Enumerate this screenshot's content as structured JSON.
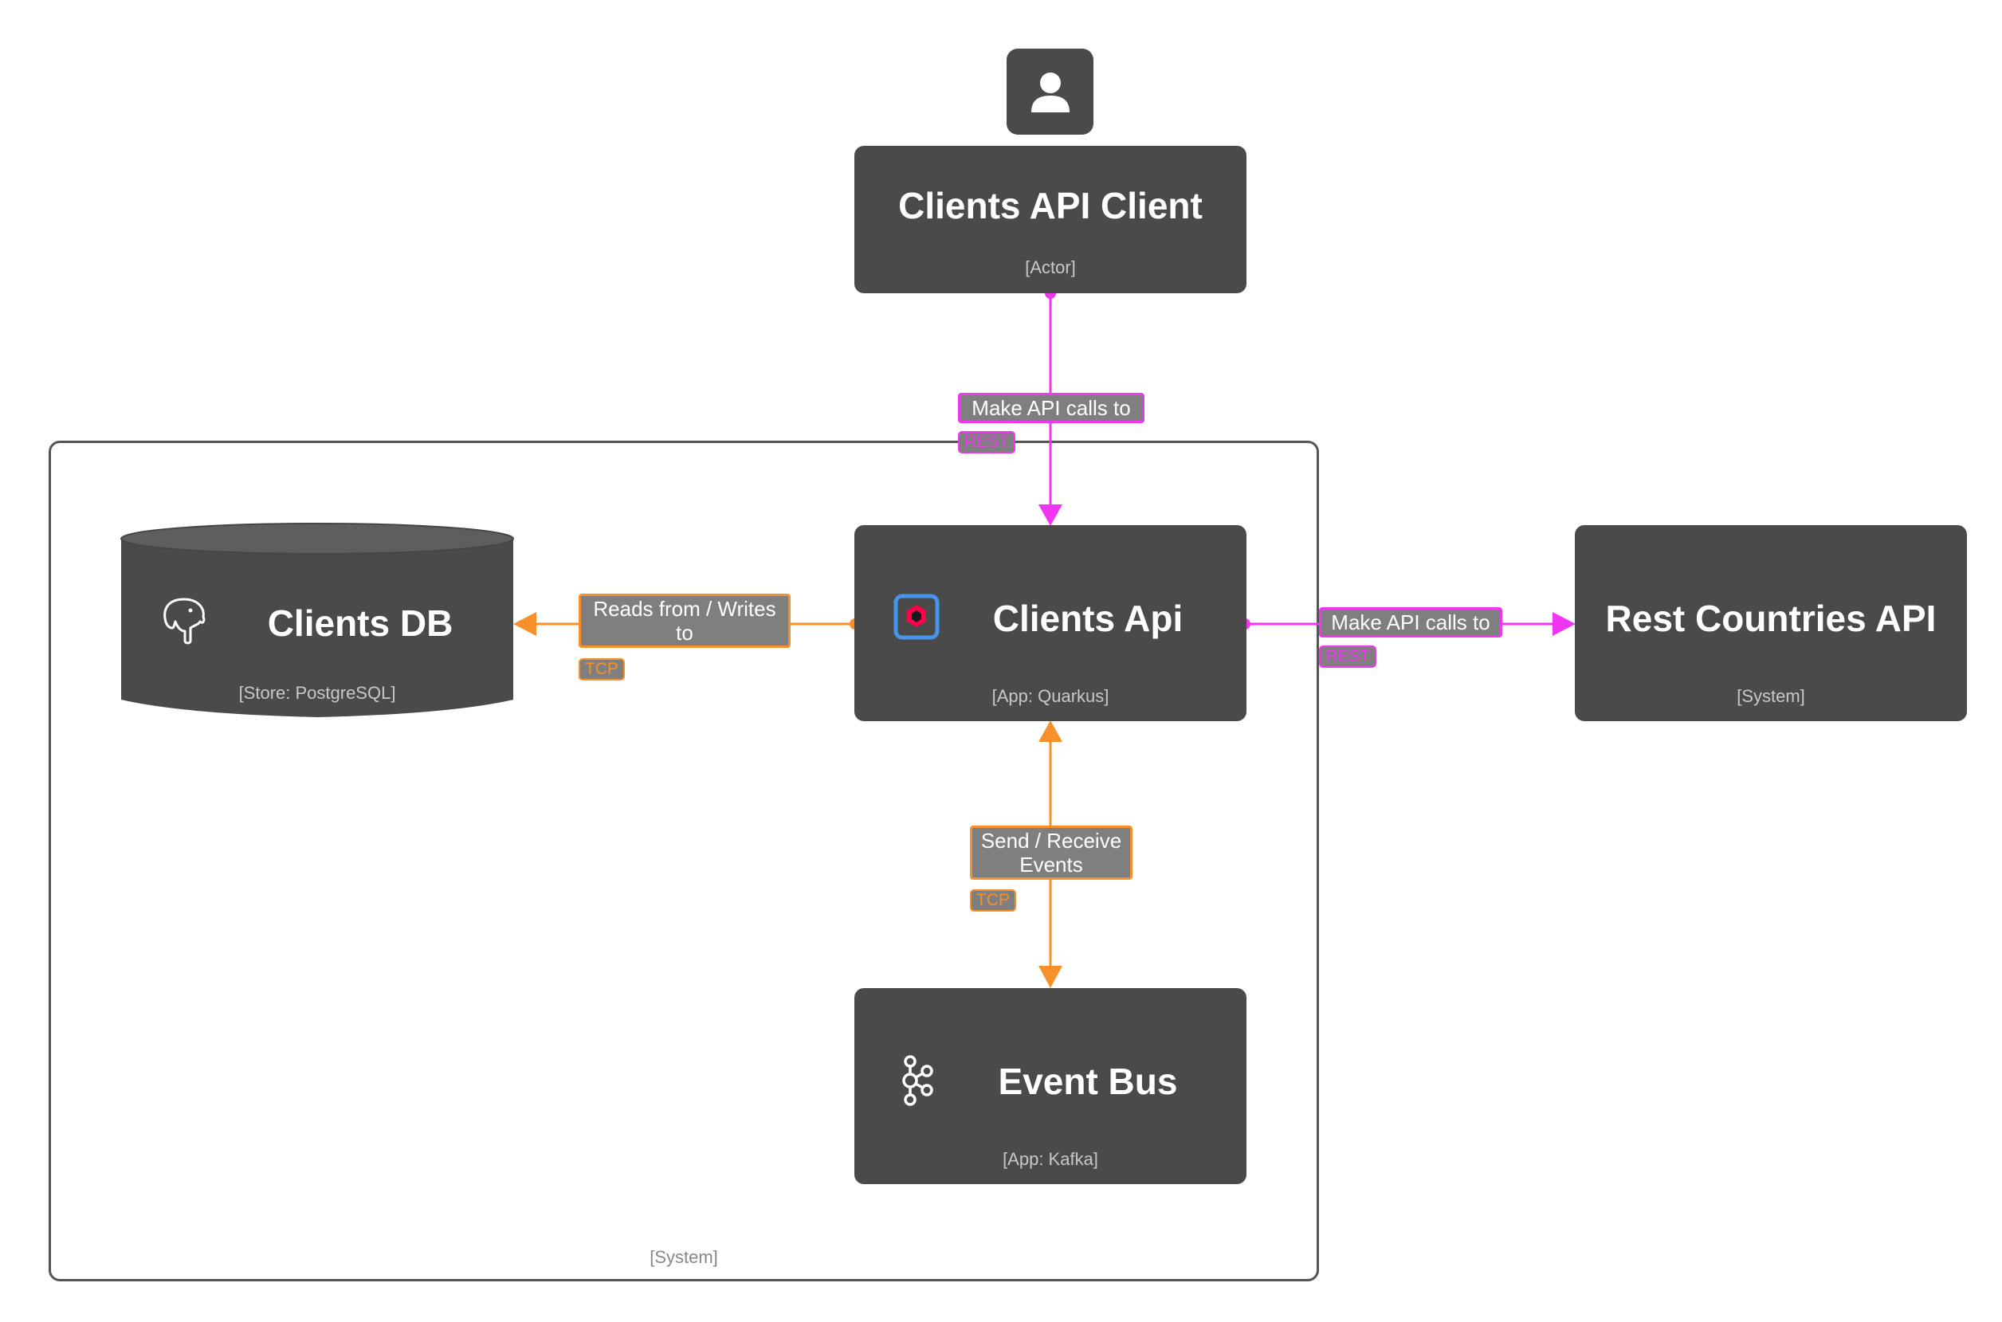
{
  "elements": {
    "clients_api_client": {
      "title": "Clients API Client",
      "type": "[Actor]"
    },
    "clients_api": {
      "title": "Clients Api",
      "type": "[App: Quarkus]"
    },
    "clients_db": {
      "title": "Clients DB",
      "type": "[Store: PostgreSQL]"
    },
    "event_bus": {
      "title": "Event Bus",
      "type": "[App: Kafka]"
    },
    "rest_countries_api": {
      "title": "Rest Countries API",
      "type": "[System]"
    },
    "system_boundary": {
      "type": "[System]"
    }
  },
  "relationships": {
    "client_to_api": {
      "label": "Make API calls to",
      "tech": "REST"
    },
    "api_to_db": {
      "label_line1": "Reads from / Writes",
      "label_line2": "to",
      "tech": "TCP"
    },
    "api_to_bus": {
      "label_line1": "Send / Receive",
      "label_line2": "Events",
      "tech": "TCP"
    },
    "api_to_countries": {
      "label": "Make API calls to",
      "tech": "REST"
    }
  },
  "colors": {
    "node_fill": "#4a4a4a",
    "rest_edge": "#f036f0",
    "tcp_edge": "#f7902a",
    "boundary": "#555555"
  },
  "icons": {
    "actor": "person-icon",
    "quarkus": "quarkus-icon",
    "postgres": "postgresql-elephant-icon",
    "kafka": "kafka-icon"
  }
}
